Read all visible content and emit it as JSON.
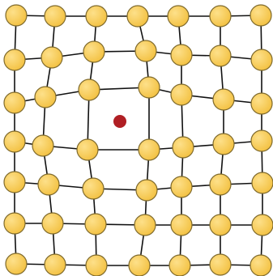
{
  "diagram": {
    "type": "crystal-lattice-interstitial-defect",
    "lattice": {
      "rows": 7,
      "cols": 7,
      "atom_fill": "#f3c142",
      "atom_highlight": "#fde08a",
      "atom_stroke": "#7f6a2c",
      "bond_color": "#111111"
    },
    "defect": {
      "kind": "interstitial-atom",
      "color": "#b01f24"
    }
  }
}
